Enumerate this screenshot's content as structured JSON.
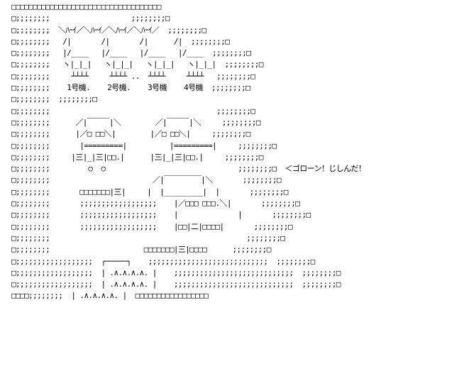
{
  "art": {
    "lines": [
      "□□□□□□□□□□□□□□□□□□□□□□□□□□□□□□□□□□□",
      "□;;;;;;;;                   ;;;;;;;;□",
      "□;;;;;;;;  ＼ﾊｰｲ／＼ﾊｰｲ／＼ﾊｰｲ／＼ﾊｰｲ／  ;;;;;;;;□",
      "□;;;;;;;;   /|       /|       /|      /|  ;;;;;;;;□",
      "□;;;;;;;;   |/____   |/____   |/____   |/____  ;;;;;;;;□",
      "□;;;;;;;;   ヽ|_|_|   ヽ|_|_|   ヽ|_|_|   ヽ|_|_|  ;;;;;;;;□",
      "□;;;;;;;;     ┴┴┴┴     ┴┴┴┴ ..  ┴┴┴┴     ┴┴┴┴   ;;;;;;;;□",
      "□;;;;;;;;    1号機.    2号機.    3号機    4号機  ;;;;;;;;□",
      "□;;;;;;;;  ;;;;;;;;□",
      "□;;;;;;;;                                       ;;;;;;;;□",
      "□;;;;;;;;      ／|￣￣￣|＼        ／|￣￣￣|＼     ;;;;;;;;□",
      "□;;;;;;;;      |／□ □□＼|        |／□ □□＼|     ;;;;;;;;□",
      "□;;;;;;;;       |=========|          |=========|     ;;;;;;;;□",
      "□;;;;;;;;     |三|_|三|□□.|      |三|_|三|□□.|     ;;;;;;;;□",
      "□;;;;;;;;         ○  ○                               ;;;;;;;;□  ＜ゴローン！じしんだ！",
      "□;;;;;;;;                        ／|￣￣￣￣￣|＼       ;;;;;;;;□",
      "□;;;;;;;;       □□□□□□□|三|     |  |_________|  |       ;;;;;;;;□",
      "□;;;;;;;;       ;;;;;;;;;;;;;;;;;;    |／□□□ □□□.＼|       ;;;;;;;;□",
      "□;;;;;;;;       ;;;;;;;;;;;;;;;;;;    |              |       ;;;;;;;;□",
      "□;;;;;;;;       ;;;;;;;;;;;;;;;;;;    |□□|二|□□□□|       ;;;;;;;;□",
      "□;;;;;;;;                                              ;;;;;;;;□",
      "□;;;;;;;;                      □□□□□□□|三|□□□□      ;;;;;;;;□",
      "□;;;;;;;;;;;;;;;;;;  ┌─────┐    ;;;;;;;;;;;;;;;;;;;;;;;;;;;;  ;;;;;;;;□",
      "□;;;;;;;;;;;;;;;;;;  | .∧.∧.∧.∧. |    ;;;;;;;;;;;;;;;;;;;;;;;;;;;;  ;;;;;;;;□",
      "□;;;;;;;;;;;;;;;;;;  | .∧.∧.∧.∧. |    ;;;;;;;;;;;;;;;;;;;;;;;;;;;;  ;;;;;;;;□",
      "□□□□;;;;;;;;  | .∧.∧.∧.∧. |  □□□□□□□□□□□□□□□□□"
    ]
  }
}
